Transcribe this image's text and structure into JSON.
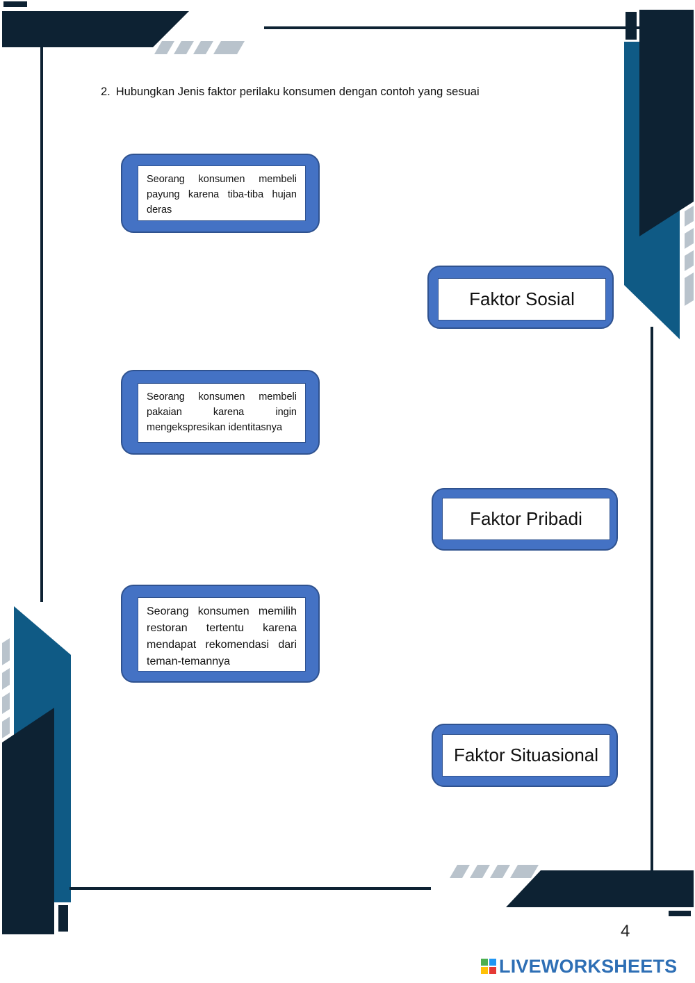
{
  "instruction": {
    "number": "2.",
    "text": "Hubungkan Jenis faktor perilaku konsumen dengan contoh yang sesuai"
  },
  "examples": [
    "Seorang konsumen membeli payung karena tiba-tiba hujan deras",
    "Seorang konsumen membeli pakaian karena ingin mengekspresikan identitasnya",
    "Seorang konsumen memilih restoran tertentu karena mendapat rekomendasi dari teman-temannya"
  ],
  "factors": [
    "Faktor Sosial",
    "Faktor Pribadi",
    "Faktor Situasional"
  ],
  "page_number": "4",
  "watermark": {
    "text": "LIVEWORKSHEETS",
    "icon": "liveworksheets-logo-icon"
  },
  "colors": {
    "card_blue": "#4472c4",
    "card_border": "#2f528f",
    "dark_navy": "#0d2233",
    "steel_blue": "#0f5a85",
    "stripe_gray": "#b9c3cc",
    "brand_blue": "#2e6fb5"
  }
}
